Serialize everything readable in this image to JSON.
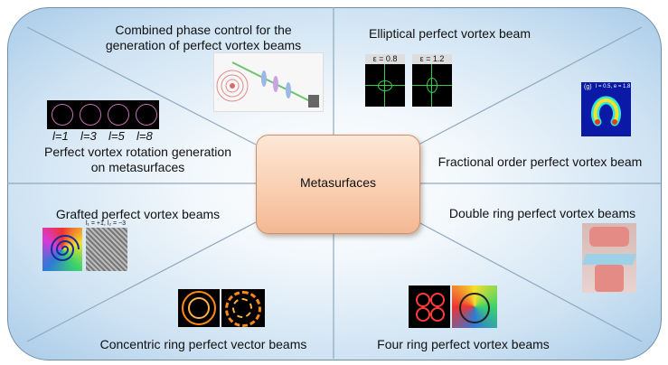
{
  "center": {
    "label": "Metasurfaces"
  },
  "labels": {
    "combined": [
      "Combined phase control for the",
      "generation of perfect vortex beams"
    ],
    "elliptical": "Elliptical perfect vortex beam",
    "rotation": [
      "Perfect vortex rotation generation",
      "on metasurfaces"
    ],
    "fractional": "Fractional order perfect vortex beam",
    "grafted": "Grafted perfect vortex beams",
    "double_ring": "Double ring perfect vortex beams",
    "concentric": "Concentric ring perfect vector beams",
    "four_ring": "Four ring perfect vortex beams"
  },
  "rotation_panel": {
    "orders": [
      "l=1",
      "l=3",
      "l=5",
      "l=8"
    ]
  },
  "elliptical_panel": {
    "eps": [
      "ε = 0.8",
      "ε = 1.2"
    ]
  },
  "fractional_panel": {
    "tag": "(g)",
    "params": "l = 0.5, e = 1.8"
  },
  "grafted_panel": {
    "params": "l₁ = +1, l₂ = −3"
  },
  "colors": {
    "frame": "#6f8fa8",
    "center_fill": "#f9cfb2",
    "ring_green": "#2fd14a",
    "ring_orange": "#ff8a1a"
  }
}
